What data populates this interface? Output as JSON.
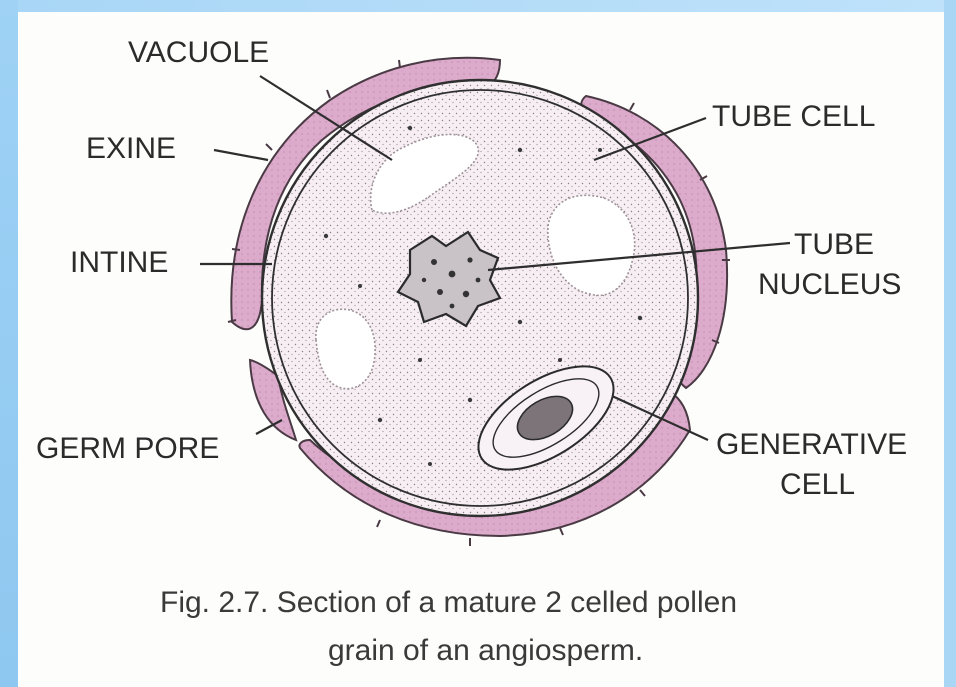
{
  "diagram": {
    "labels": {
      "vacuole": "VACUOLE",
      "exine": "EXINE",
      "intine": "INTINE",
      "germ_pore": "GERM PORE",
      "tube_cell": "TUBE CELL",
      "tube_nucleus_line1": "TUBE",
      "tube_nucleus_line2": "NUCLEUS",
      "generative_cell_line1": "GENERATIVE",
      "generative_cell_line2": "CELL"
    },
    "caption": {
      "line1": "Fig. 2.7. Section of a mature 2 celled pollen",
      "line2": "grain of an angiosperm."
    },
    "colors": {
      "exine": "#d9a9c8",
      "cytoplasm": "#f3e7ee",
      "frame": "#9fd2f5"
    }
  }
}
